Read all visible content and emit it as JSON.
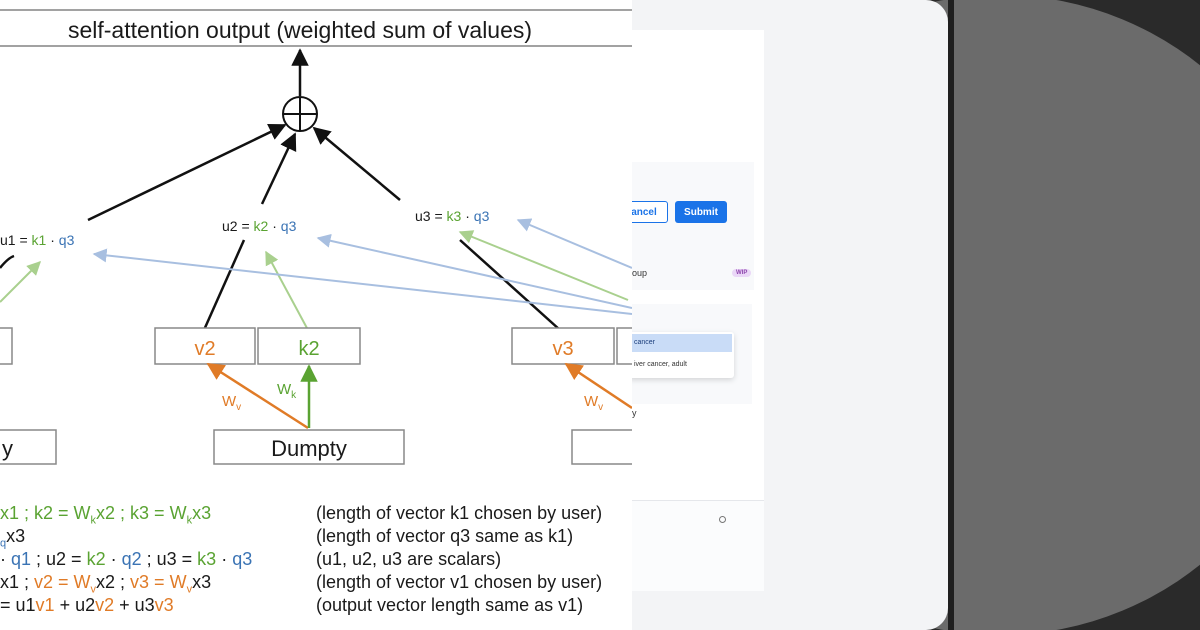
{
  "diagram": {
    "title": "self-attention output (weighted sum of values)",
    "u1_label": {
      "lhs": "u1 = ",
      "k": "k1",
      "dot": " · ",
      "q": "q3"
    },
    "u2_label": {
      "lhs": "u2 = ",
      "k": "k2",
      "dot": " · ",
      "q": "q3"
    },
    "u3_label": {
      "lhs": "u3 = ",
      "k": "k3",
      "dot": " · ",
      "q": "q3"
    },
    "boxes": {
      "v2": "v2",
      "k2": "k2",
      "v3": "v3",
      "word_left": "y",
      "word_mid": "Dumpty"
    },
    "weights": {
      "wv_left": "W",
      "wv_sub": "v",
      "wk": "W",
      "wk_sub": "k",
      "wv_right": "W",
      "wv_right_sub": "v"
    },
    "equations": {
      "line1": {
        "a": "x1 ;   ",
        "k2": "k2 = W",
        "k2s": "k",
        "k2t": "x2 ;   ",
        "k3": "k3 = W",
        "k3s": "k",
        "k3t": "x3"
      },
      "line2": {
        "q": "q",
        "t": "x3"
      },
      "line3": {
        "a": " · ",
        "q1": "q1",
        "b": " ;   u2 = ",
        "k2": "k2",
        "c": " · ",
        "q2": "q2",
        "d": " ;     u3 = ",
        "k3": "k3",
        "e": " · ",
        "q3": "q3"
      },
      "line4": {
        "a": "x1 ; ",
        "v2": "v2 = W",
        "v2s": "v",
        "v2t": "x2 ; ",
        "v3": "v3 = W",
        "v3s": "v",
        "v3t": "x3"
      },
      "line5": {
        "a": "= u1",
        "v1": "v1",
        "b": " + u2",
        "v2": "v2",
        "c": " + u3",
        "v3": "v3"
      }
    },
    "notes": [
      "(length of vector k1 chosen by user)",
      "(length of vector q3 same as k1)",
      "(u1, u2, u3 are scalars)",
      "(length of vector v1 chosen by user)",
      "(output vector length same as v1)"
    ]
  },
  "ui": {
    "cancel_label": "ancel",
    "submit_label": "Submit",
    "group_label": "oup",
    "badge_label": "WIP",
    "dropdown_items": [
      "cancer",
      "iver cancer, adult"
    ],
    "fragment_y": "y",
    "colors": {
      "accent": "#1a73e8",
      "badge_bg": "#ead7f7",
      "badge_fg": "#8e44ad",
      "selected": "#c9dcf7"
    }
  }
}
